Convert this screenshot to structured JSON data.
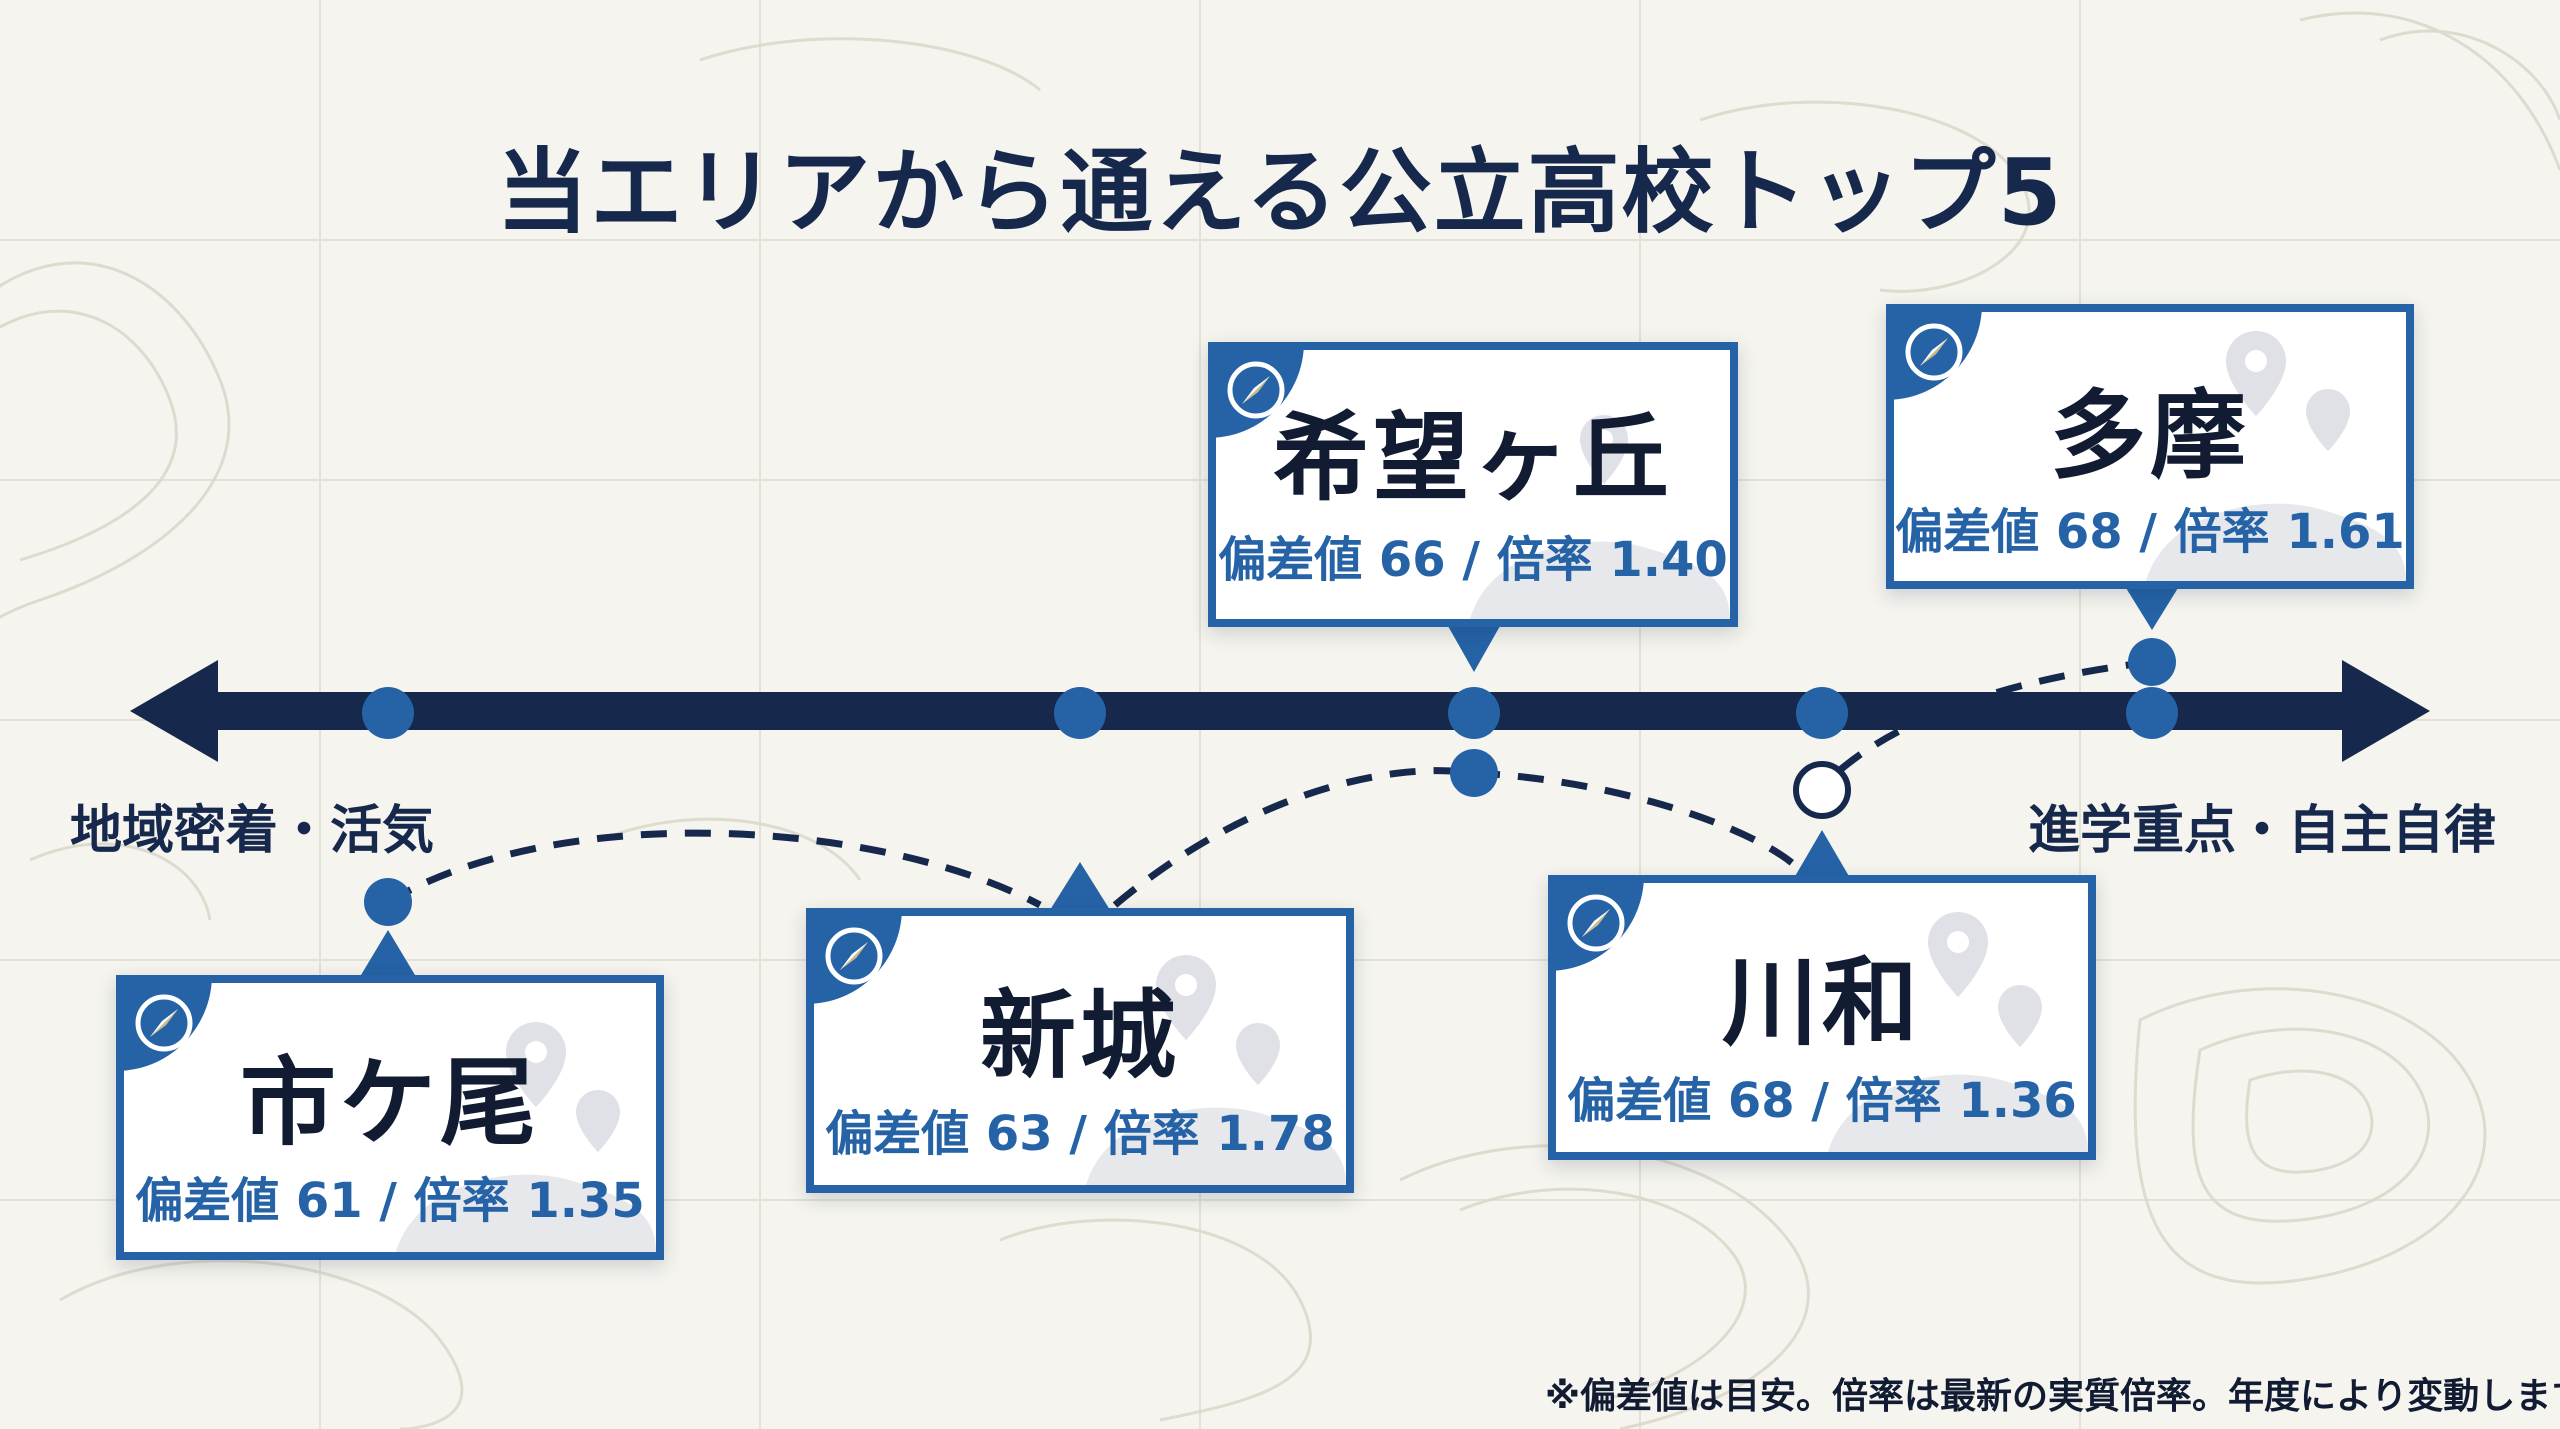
{
  "title": "当エリアから通える公立高校トップ5",
  "axis": {
    "left_label": "地域密着・活気",
    "right_label": "進学重点・自主自律"
  },
  "schools": [
    {
      "name": "市ケ尾",
      "stats": "偏差値 61 / 倍率 1.35"
    },
    {
      "name": "新城",
      "stats": "偏差値 63 / 倍率 1.78"
    },
    {
      "name": "希望ヶ丘",
      "stats": "偏差値 66 / 倍率 1.40"
    },
    {
      "name": "川和",
      "stats": "偏差値 68 / 倍率 1.36"
    },
    {
      "name": "多摩",
      "stats": "偏差値 68 / 倍率 1.61"
    }
  ],
  "footnote": "※偏差値は目安。倍率は最新の実質倍率。年度により変動します。",
  "colors": {
    "navy": "#16294d",
    "accent_blue": "#2563a6",
    "background": "#f5f4ee"
  },
  "icons": [
    "compass-icon",
    "map-pin-icon",
    "arrow-left-icon",
    "arrow-right-icon"
  ]
}
